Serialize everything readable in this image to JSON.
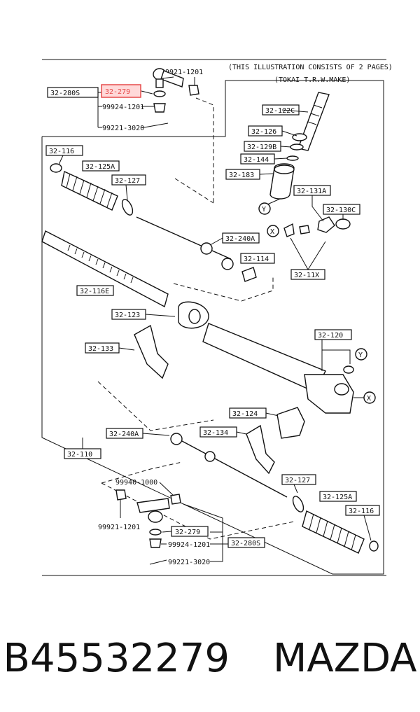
{
  "diagram": {
    "header_note_1": "(THIS ILLUSTRATION CONSISTS OF  2 PAGES)",
    "header_note_2": "(TOKAI T.R.W.MAKE)",
    "labels": {
      "l_32_280s_top": "32-280S",
      "l_32_279_top": "32-279",
      "l_99921_1201_top": "99921-1201",
      "l_99924_1201_top": "99924-1201",
      "l_99221_3020_top": "99221-3020",
      "l_32_122c": "32-122C",
      "l_32_126": "32-126",
      "l_32_129b": "32-129B",
      "l_32_144": "32-144",
      "l_32_183": "32-183",
      "l_32_131a": "32-131A",
      "l_32_130c": "32-130C",
      "l_32_116_top": "32-116",
      "l_32_125a_top": "32-125A",
      "l_32_127_top": "32-127",
      "l_32_240a_top": "32-240A",
      "l_32_114": "32-114",
      "l_32_11x": "32-11X",
      "l_32_116e": "32-116E",
      "l_32_123": "32-123",
      "l_32_120": "32-120",
      "l_32_133": "32-133",
      "l_32_124": "32-124",
      "l_32_240a_bot": "32-240A",
      "l_32_134": "32-134",
      "l_32_110": "32-110",
      "l_99940_1000": "99940-1000",
      "l_32_127_bot": "32-127",
      "l_32_125a_bot": "32-125A",
      "l_32_116_bot": "32-116",
      "l_99921_1201_bot": "99921-1201",
      "l_32_279_bot": "32-279",
      "l_99924_1201_bot": "99924-1201",
      "l_32_280s_bot": "32-280S",
      "l_99221_3020_bot": "99221-3020",
      "marker_y": "Y",
      "marker_x": "X"
    }
  },
  "caption": {
    "part_number": "B45532279",
    "brand": "MAZDA"
  },
  "colors": {
    "highlight": "#e64a4a",
    "ink": "#111111"
  }
}
